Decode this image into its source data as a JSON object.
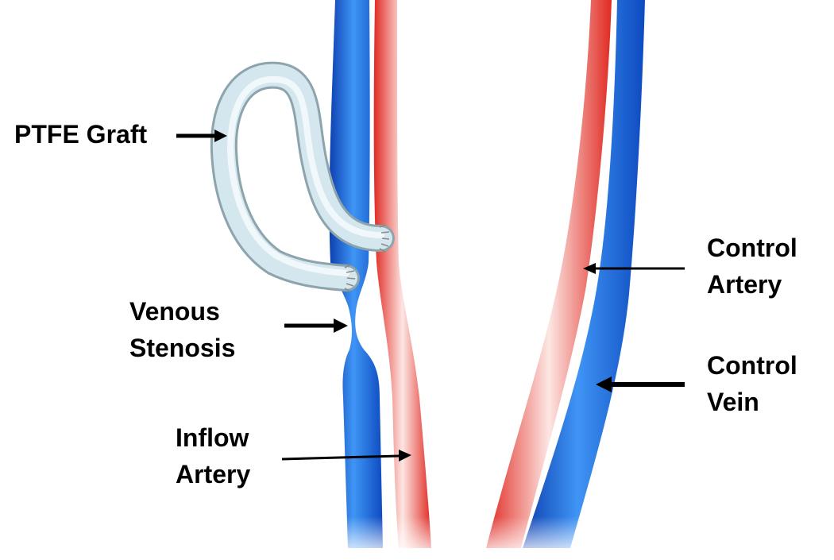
{
  "labels": {
    "ptfe_graft": "PTFE Graft",
    "venous_stenosis": [
      "Venous",
      "Stenosis"
    ],
    "inflow_artery": [
      "Inflow",
      "Artery"
    ],
    "control_artery": [
      "Control",
      "Artery"
    ],
    "control_vein": [
      "Control",
      "Vein"
    ]
  },
  "colors": {
    "vein": "#1a6be0",
    "artery": "#e8453c",
    "graft": "#d4e6ee",
    "arrow": "#000000"
  }
}
